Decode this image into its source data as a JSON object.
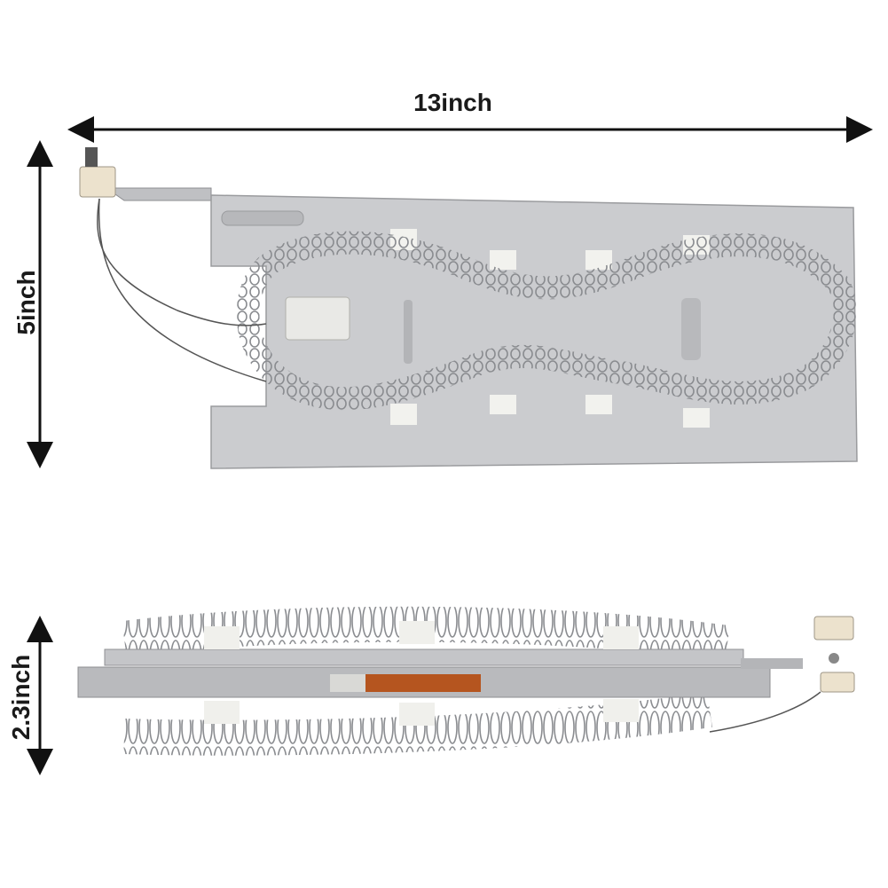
{
  "dimensions": {
    "width_label": "13inch",
    "height_label": "5inch",
    "depth_label": "2.3inch"
  },
  "colors": {
    "arrow": "#111111",
    "plate": "#c9cacc",
    "plate_edge": "#9a9b9e",
    "coil": "#8a8c90",
    "insulator": "#f2f2ee",
    "terminal": "#e8dcc6",
    "label": "#b5551f"
  }
}
